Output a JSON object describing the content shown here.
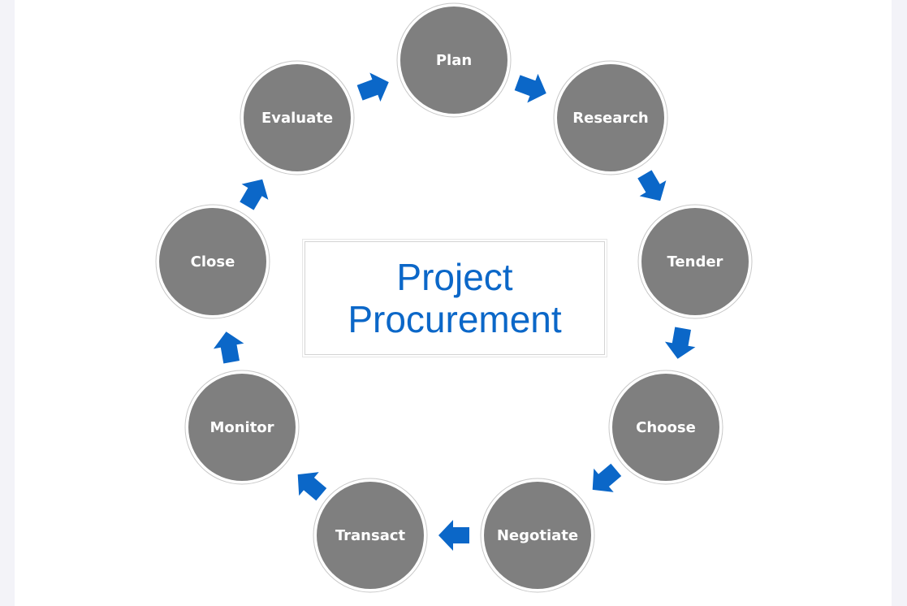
{
  "title": {
    "line1": "Project",
    "line2": "Procurement"
  },
  "steps": [
    {
      "label": "Plan"
    },
    {
      "label": "Research"
    },
    {
      "label": "Tender"
    },
    {
      "label": "Choose"
    },
    {
      "label": "Negotiate"
    },
    {
      "label": "Transact"
    },
    {
      "label": "Monitor"
    },
    {
      "label": "Close"
    },
    {
      "label": "Evaluate"
    }
  ],
  "colors": {
    "node": "#7f7f7f",
    "arrow": "#0b67c8",
    "title": "#0b67c8"
  }
}
